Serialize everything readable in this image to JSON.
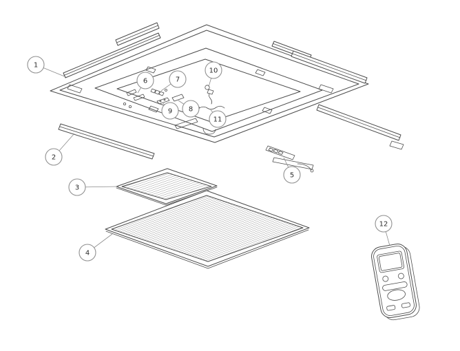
{
  "callouts": [
    {
      "label": "1"
    },
    {
      "label": "2"
    },
    {
      "label": "3"
    },
    {
      "label": "4"
    },
    {
      "label": "5"
    },
    {
      "label": "6"
    },
    {
      "label": "7"
    },
    {
      "label": "8"
    },
    {
      "label": "9"
    },
    {
      "label": "10"
    },
    {
      "label": "11"
    },
    {
      "label": "12"
    }
  ],
  "colors": {
    "line": "#4a4a4a",
    "balloon_fill": "#ffffff",
    "balloon_stroke": "#8f8f8f",
    "number_text": "#2b2b2b",
    "background": "#ffffff"
  }
}
